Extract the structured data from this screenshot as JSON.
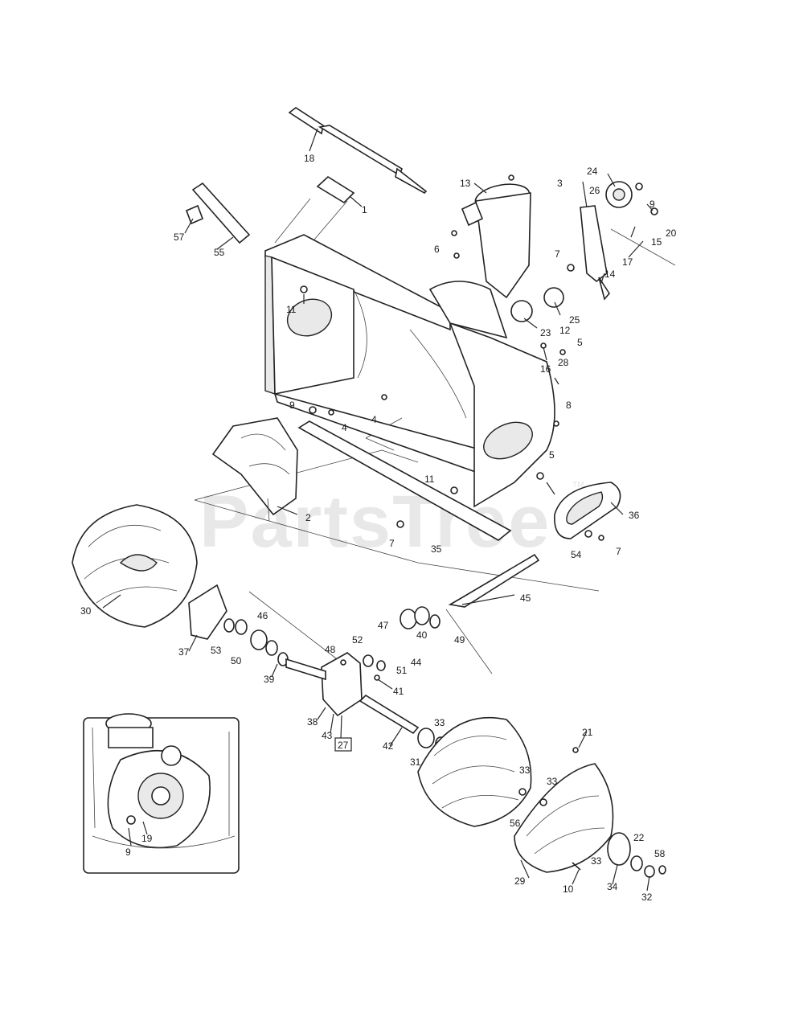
{
  "watermark": {
    "text": "PartsTree",
    "trademark": "TM"
  },
  "labels": [
    {
      "id": "l1",
      "text": "1"
    },
    {
      "id": "l2",
      "text": "2"
    },
    {
      "id": "l3",
      "text": "3"
    },
    {
      "id": "l4a",
      "text": "4"
    },
    {
      "id": "l4b",
      "text": "4"
    },
    {
      "id": "l5a",
      "text": "5"
    },
    {
      "id": "l5b",
      "text": "5"
    },
    {
      "id": "l6",
      "text": "6"
    },
    {
      "id": "l7a",
      "text": "7"
    },
    {
      "id": "l7b",
      "text": "7"
    },
    {
      "id": "l7c",
      "text": "7"
    },
    {
      "id": "l8",
      "text": "8"
    },
    {
      "id": "l9a",
      "text": "9"
    },
    {
      "id": "l9b",
      "text": "9"
    },
    {
      "id": "l10",
      "text": "10"
    },
    {
      "id": "l11a",
      "text": "11"
    },
    {
      "id": "l11b",
      "text": "11"
    },
    {
      "id": "l12",
      "text": "12"
    },
    {
      "id": "l13",
      "text": "13"
    },
    {
      "id": "l14",
      "text": "14"
    },
    {
      "id": "l15",
      "text": "15"
    },
    {
      "id": "l16",
      "text": "16"
    },
    {
      "id": "l17",
      "text": "17"
    },
    {
      "id": "l18",
      "text": "18"
    },
    {
      "id": "l20",
      "text": "20"
    },
    {
      "id": "l21",
      "text": "21"
    },
    {
      "id": "l22",
      "text": "22"
    },
    {
      "id": "l23",
      "text": "23"
    },
    {
      "id": "l24",
      "text": "24"
    },
    {
      "id": "l25",
      "text": "25"
    },
    {
      "id": "l26",
      "text": "26"
    },
    {
      "id": "l28",
      "text": "28"
    },
    {
      "id": "l29",
      "text": "29"
    },
    {
      "id": "l30",
      "text": "30"
    },
    {
      "id": "l31",
      "text": "31"
    },
    {
      "id": "l32",
      "text": "32"
    },
    {
      "id": "l33a",
      "text": "33"
    },
    {
      "id": "l33b",
      "text": "33"
    },
    {
      "id": "l33c",
      "text": "33"
    },
    {
      "id": "l33d",
      "text": "33"
    },
    {
      "id": "l34",
      "text": "34"
    },
    {
      "id": "l35",
      "text": "35"
    },
    {
      "id": "l36",
      "text": "36"
    },
    {
      "id": "l37",
      "text": "37"
    },
    {
      "id": "l38",
      "text": "38"
    },
    {
      "id": "l39",
      "text": "39"
    },
    {
      "id": "l40",
      "text": "40"
    },
    {
      "id": "l41",
      "text": "41"
    },
    {
      "id": "l42",
      "text": "42"
    },
    {
      "id": "l43",
      "text": "43"
    },
    {
      "id": "l44",
      "text": "44"
    },
    {
      "id": "l45",
      "text": "45"
    },
    {
      "id": "l46",
      "text": "46"
    },
    {
      "id": "l47",
      "text": "47"
    },
    {
      "id": "l48",
      "text": "48"
    },
    {
      "id": "l49",
      "text": "49"
    },
    {
      "id": "l50",
      "text": "50"
    },
    {
      "id": "l51",
      "text": "51"
    },
    {
      "id": "l52",
      "text": "52"
    },
    {
      "id": "l53",
      "text": "53"
    },
    {
      "id": "l54",
      "text": "54"
    },
    {
      "id": "l55",
      "text": "55"
    },
    {
      "id": "l56",
      "text": "56"
    },
    {
      "id": "l57",
      "text": "57"
    },
    {
      "id": "l58",
      "text": "58"
    }
  ],
  "boxed_label": "27",
  "inset": {
    "labels": [
      {
        "id": "i9",
        "text": "9"
      },
      {
        "id": "i19",
        "text": "19"
      }
    ]
  },
  "colors": {
    "line": "#222222",
    "background": "#ffffff"
  }
}
